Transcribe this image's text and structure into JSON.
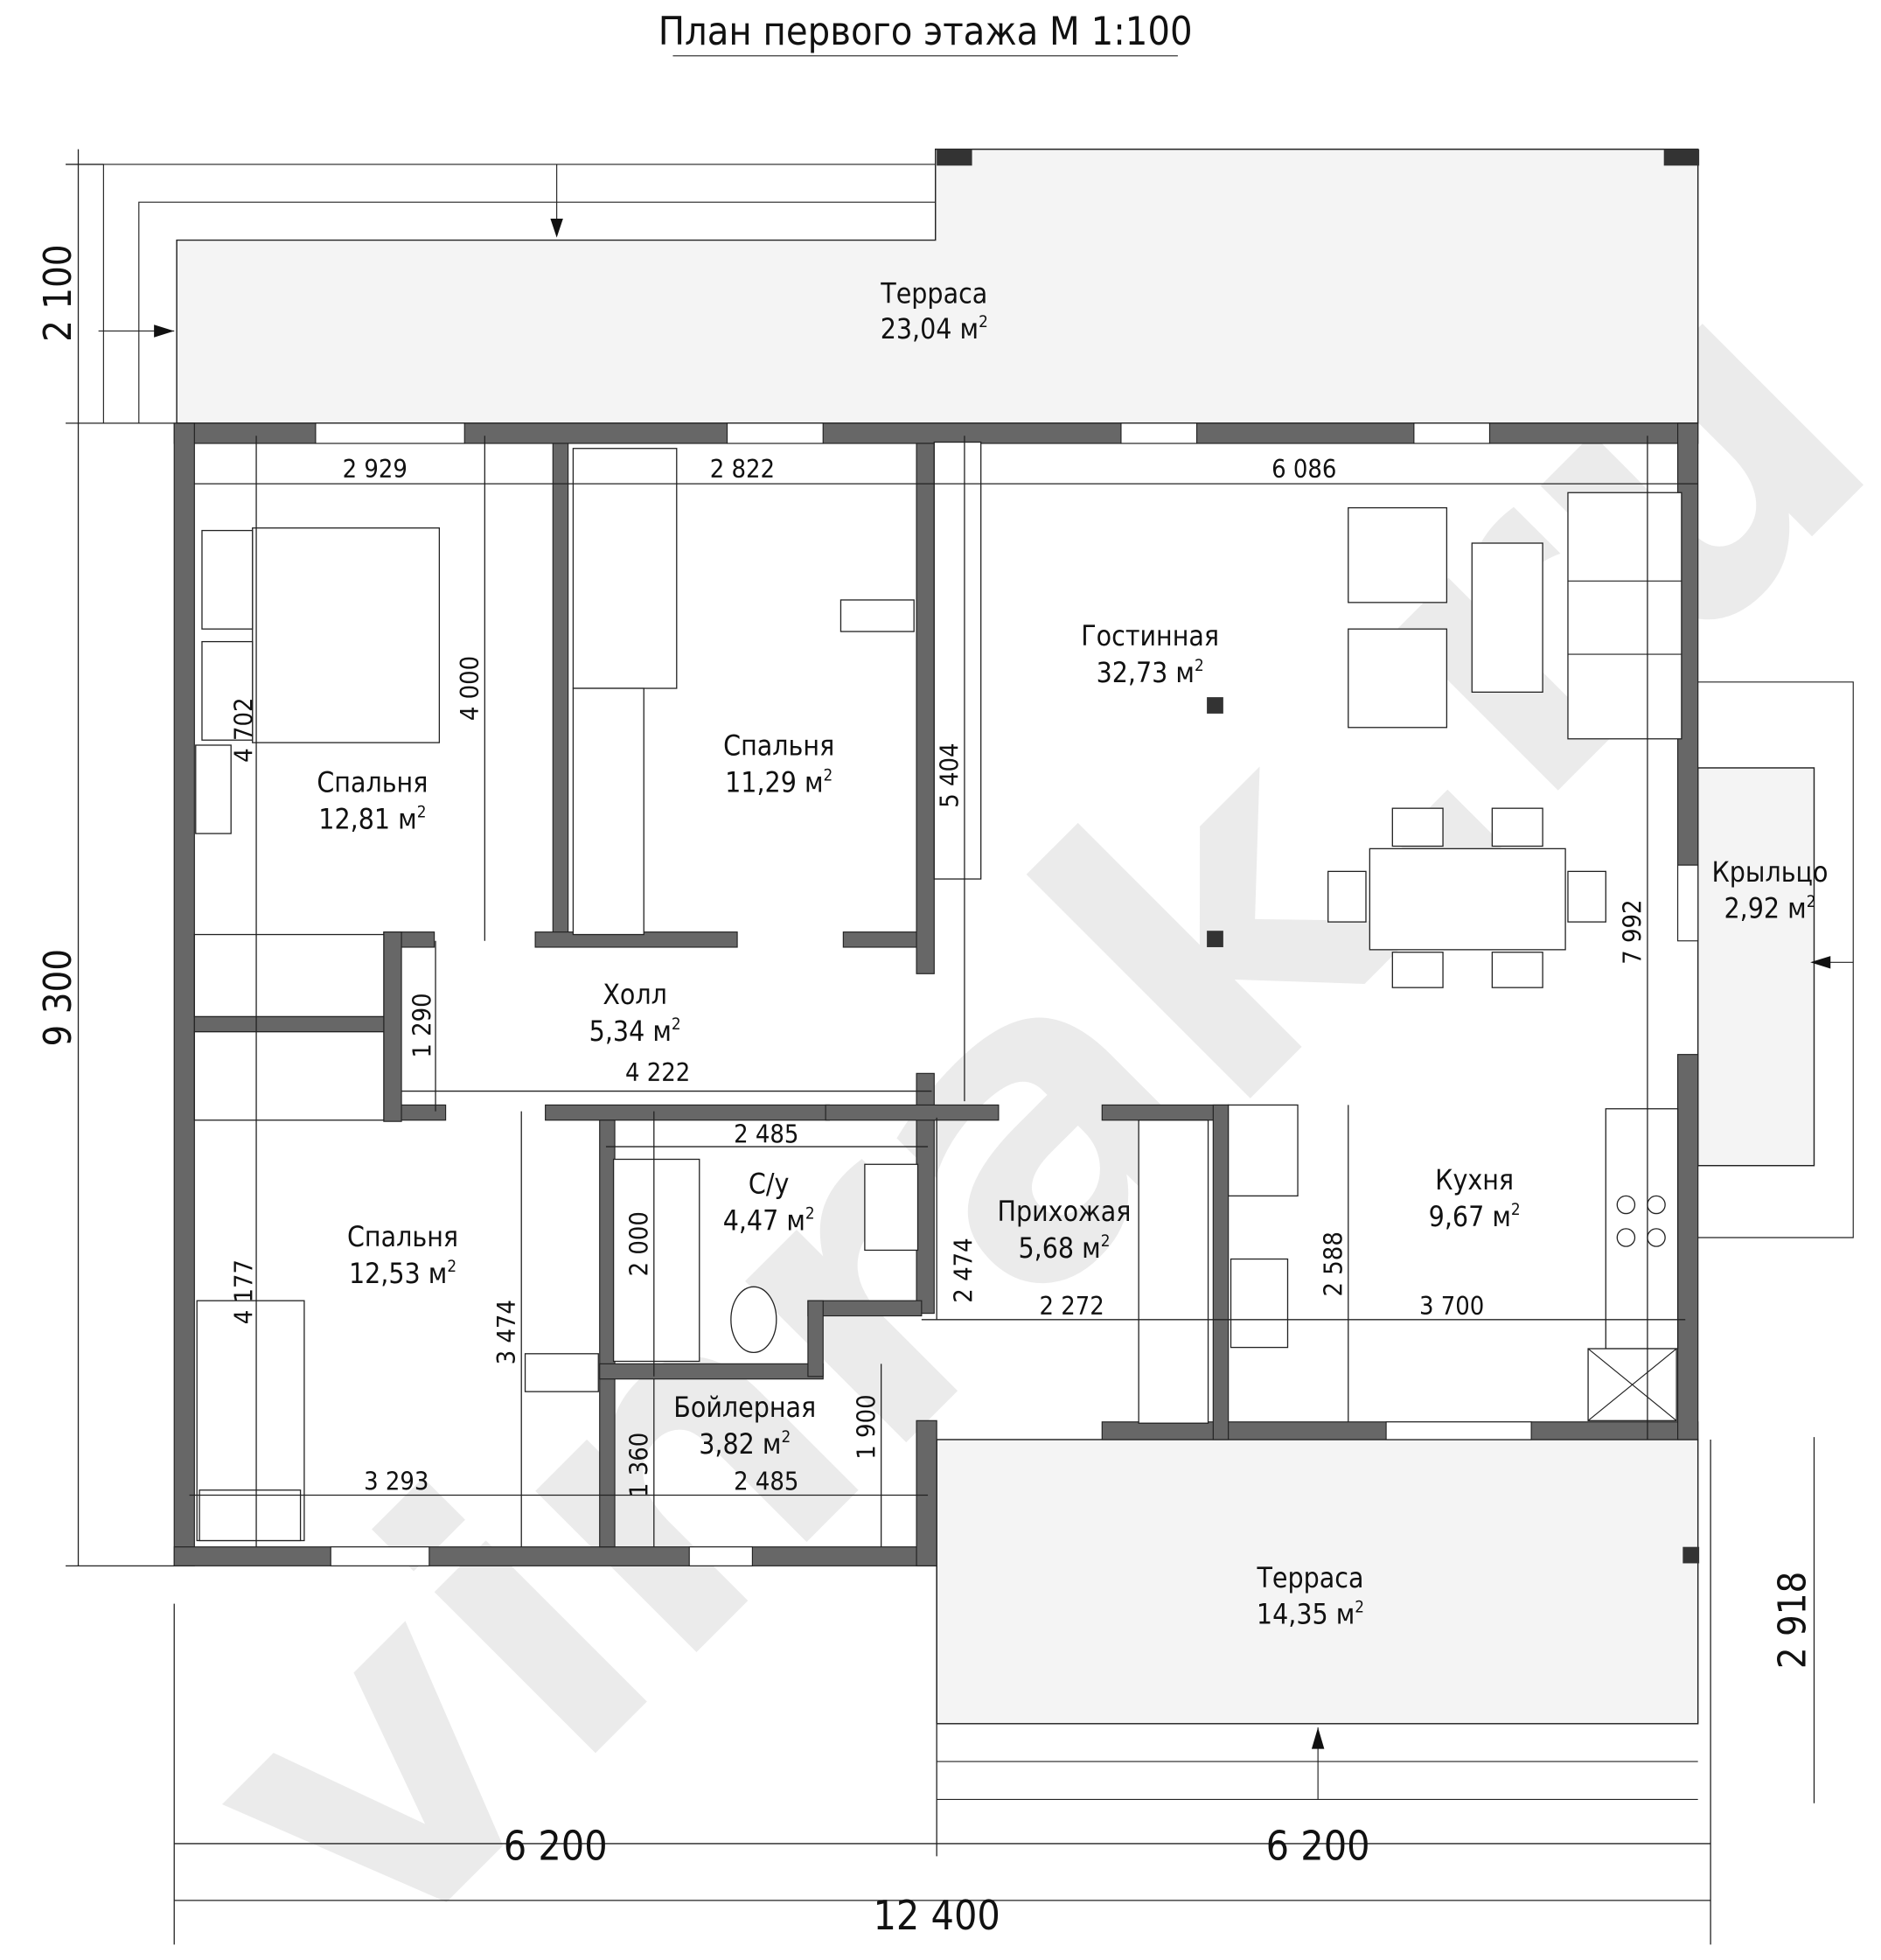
{
  "title": "План первого этажа М 1:100",
  "watermark": "vinrak.ru",
  "area_unit": "м",
  "area_exp": "2",
  "rooms": {
    "terrace_top": {
      "name": "Терраса",
      "area": "23,04"
    },
    "bedroom1": {
      "name": "Спальня",
      "area": "12,81"
    },
    "bedroom2": {
      "name": "Спальня",
      "area": "11,29"
    },
    "living": {
      "name": "Гостинная",
      "area": "32,73"
    },
    "porch": {
      "name": "Крыльцо",
      "area": "2,92"
    },
    "hall": {
      "name": "Холл",
      "area": "5,34"
    },
    "bathroom": {
      "name": "С/у",
      "area": "4,47"
    },
    "entry": {
      "name": "Прихожая",
      "area": "5,68"
    },
    "kitchen": {
      "name": "Кухня",
      "area": "9,67"
    },
    "bedroom3": {
      "name": "Спальня",
      "area": "12,53"
    },
    "boiler": {
      "name": "Бойлерная",
      "area": "3,82"
    },
    "terrace_bottom": {
      "name": "Терраса",
      "area": "14,35"
    }
  },
  "dimensions": {
    "left_top": "2 100",
    "left_total": "9 300",
    "right_bottom": "2 918",
    "bottom_left": "6 200",
    "bottom_right": "6 200",
    "bottom_total": "12 400",
    "d2929": "2 929",
    "d2822": "2 822",
    "d6086": "6 086",
    "d4000": "4 000",
    "d4702": "4 702",
    "d5404": "5 404",
    "d7992": "7 992",
    "d1290": "1 290",
    "d4222": "4 222",
    "d2485a": "2 485",
    "d2000": "2 000",
    "d2474": "2 474",
    "d2272": "2 272",
    "d2588": "2 588",
    "d3700": "3 700",
    "d4177": "4 177",
    "d3474": "3 474",
    "d3293": "3 293",
    "d1360": "1 360",
    "d1900": "1 900",
    "d2485b": "2 485"
  }
}
